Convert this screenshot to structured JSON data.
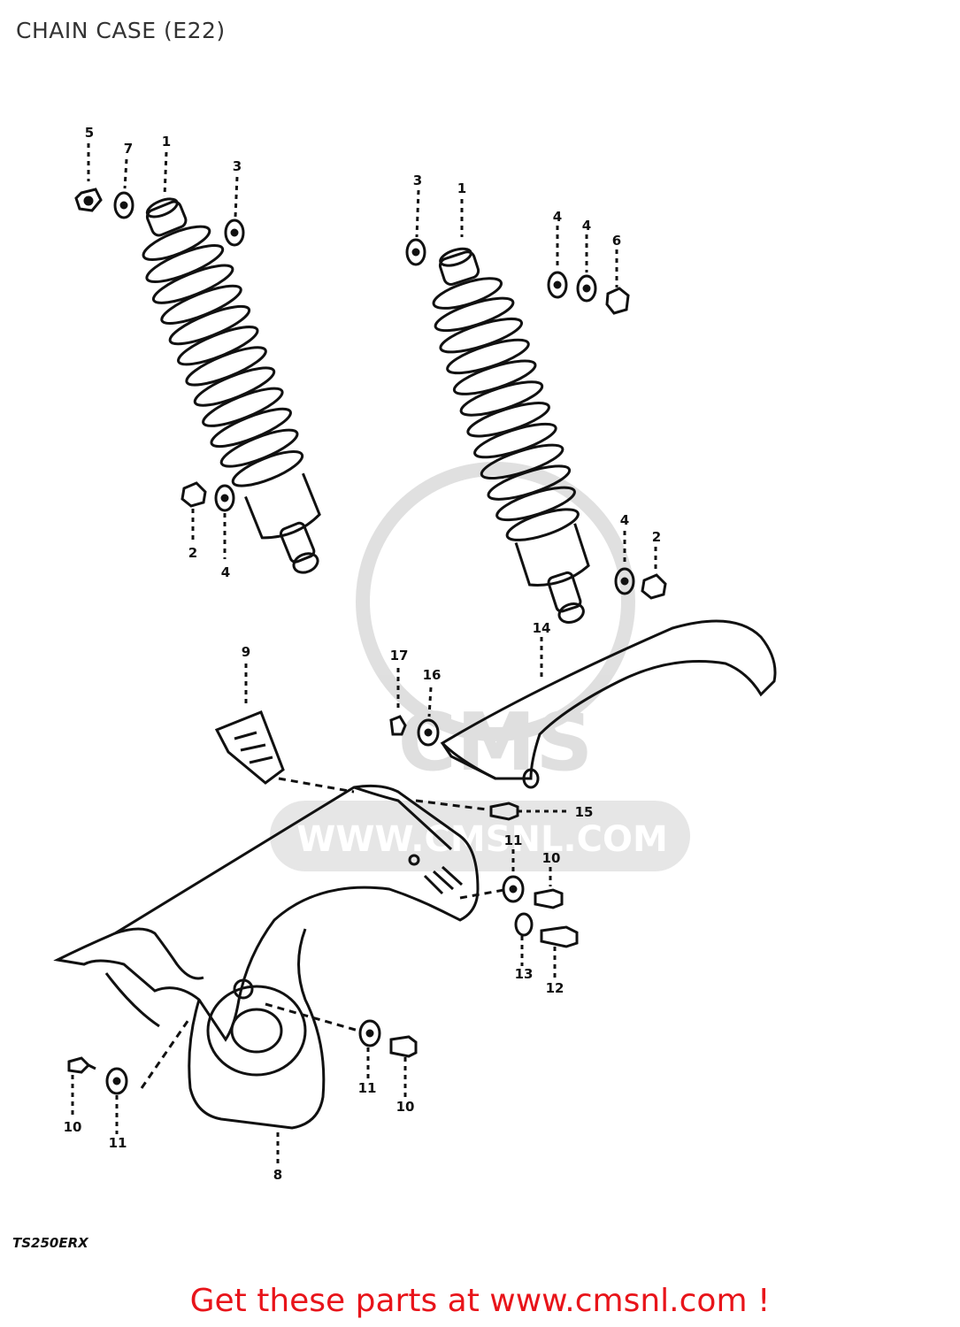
{
  "header": {
    "title": "CHAIN CASE (E22)"
  },
  "diagram": {
    "model_code": "TS250ERX",
    "watermark_text": "WWW.CMSNL.COM",
    "watermark_logo": "CMS",
    "callouts": {
      "c5": "5",
      "c7": "7",
      "c1a": "1",
      "c3a": "3",
      "c3b": "3",
      "c1b": "1",
      "c4a": "4",
      "c4b": "4",
      "c6": "6",
      "c2a": "2",
      "c4c": "4",
      "c4d": "4",
      "c2b": "2",
      "c9": "9",
      "c17": "17",
      "c16": "16",
      "c14": "14",
      "c15": "15",
      "c11a": "11",
      "c10a": "10",
      "c13": "13",
      "c12": "12",
      "c11b": "11",
      "c10b": "10",
      "c10c": "10",
      "c11c": "11",
      "c8": "8"
    }
  },
  "footer": {
    "link_text": "Get these parts at www.cmsnl.com !",
    "link_color": "#e8141a"
  }
}
